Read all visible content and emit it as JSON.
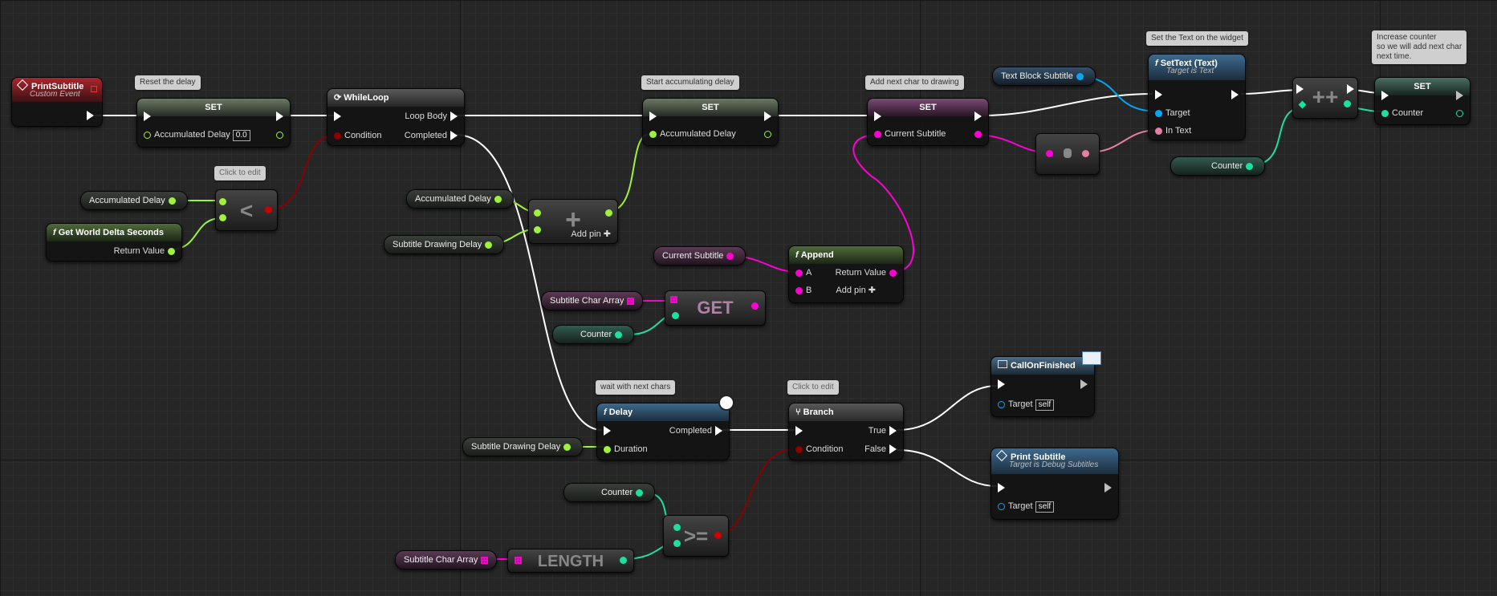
{
  "comments": {
    "reset_delay": "Reset the delay",
    "click_edit_1": "Click to edit",
    "start_accum": "Start accumulating delay",
    "add_next_char": "Add next char to drawing",
    "set_text_widget": "Set the Text on the widget",
    "increase_counter": "Increase counter\nso we will add next char\nnext time.",
    "wait_next": "wait with next chars",
    "click_edit_2": "Click to edit"
  },
  "event_node": {
    "title": "PrintSubtitle",
    "subtitle": "Custom Event"
  },
  "set_delay_reset": {
    "title": "SET",
    "pin": "Accumulated Delay",
    "value": "0.0"
  },
  "while_loop": {
    "title": "WhileLoop",
    "loop_body": "Loop Body",
    "condition": "Condition",
    "completed": "Completed"
  },
  "less_vars": {
    "accum_delay": "Accumulated Delay"
  },
  "world_delta": {
    "title": "Get World Delta Seconds",
    "return": "Return Value"
  },
  "less_op": {
    "symbol": "<"
  },
  "add_vars": {
    "accum_delay": "Accumulated Delay",
    "draw_delay": "Subtitle Drawing Delay"
  },
  "add_op": {
    "symbol": "+",
    "add_pin": "Add pin"
  },
  "set_delay_accum": {
    "title": "SET",
    "pin": "Accumulated Delay"
  },
  "set_subtitle": {
    "title": "SET",
    "pin": "Current Subtitle"
  },
  "text_block_var": "Text Block Subtitle",
  "settext": {
    "title": "SetText (Text)",
    "subtitle": "Target is Text",
    "target": "Target",
    "intext": "In Text"
  },
  "increment": {
    "symbol": "++"
  },
  "set_counter": {
    "title": "SET",
    "pin": "Counter"
  },
  "counter_var_top": "Counter",
  "append": {
    "title": "Append",
    "a": "A",
    "b": "B",
    "return": "Return Value",
    "add_pin": "Add pin",
    "subtitle_var": "Current Subtitle"
  },
  "get_node": {
    "symbol": "GET",
    "array_var": "Subtitle Char Array",
    "counter_var": "Counter"
  },
  "delay": {
    "title": "Delay",
    "completed": "Completed",
    "duration": "Duration",
    "duration_var": "Subtitle Drawing Delay"
  },
  "branch": {
    "title": "Branch",
    "true": "True",
    "false": "False",
    "condition": "Condition"
  },
  "call_finished": {
    "title": "CallOnFinished",
    "target": "Target",
    "self": "self"
  },
  "print_subtitle_call": {
    "title": "Print Subtitle",
    "subtitle": "Target is Debug Subtitles",
    "target": "Target",
    "self": "self"
  },
  "gte": {
    "symbol": ">=",
    "counter_var": "Counter"
  },
  "length": {
    "symbol": "LENGTH",
    "array_var": "Subtitle Char Array"
  },
  "colors": {
    "exec": "#ffffff",
    "float": "#9ef23c",
    "bool": "#8b0000",
    "string": "#ff00d4",
    "int": "#1de0a0",
    "object": "#00a8f4",
    "text": "#e67fa5"
  }
}
